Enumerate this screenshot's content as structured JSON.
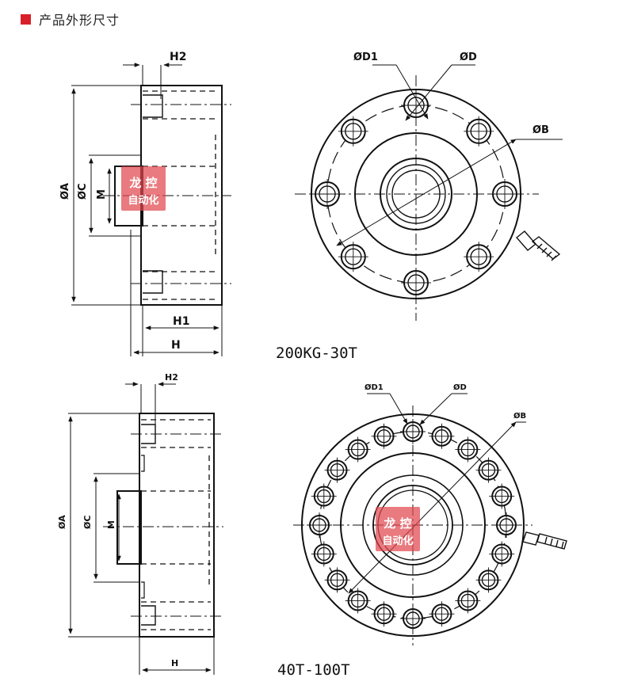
{
  "header": {
    "title": "产品外形尺寸",
    "accent_color": "#d8202a"
  },
  "diagrams": [
    {
      "caption": "200KG-30T",
      "side_labels": {
        "h2": "H2",
        "a": "ØA",
        "c": "ØC",
        "m": "M",
        "h1": "H1",
        "h": "H"
      },
      "top_labels": {
        "d1": "ØD1",
        "d": "ØD",
        "b": "ØB"
      },
      "bolt_holes": 8
    },
    {
      "caption": "40T-100T",
      "side_labels": {
        "h2": "H2",
        "a": "ØA",
        "c": "ØC",
        "m": "M",
        "h": "H"
      },
      "top_labels": {
        "d1": "ØD1",
        "d": "ØD",
        "b": "ØB"
      },
      "bolt_holes": 20
    }
  ],
  "watermark": {
    "line1": "龙 控",
    "line2": "自动化",
    "color": "#e0464e"
  }
}
